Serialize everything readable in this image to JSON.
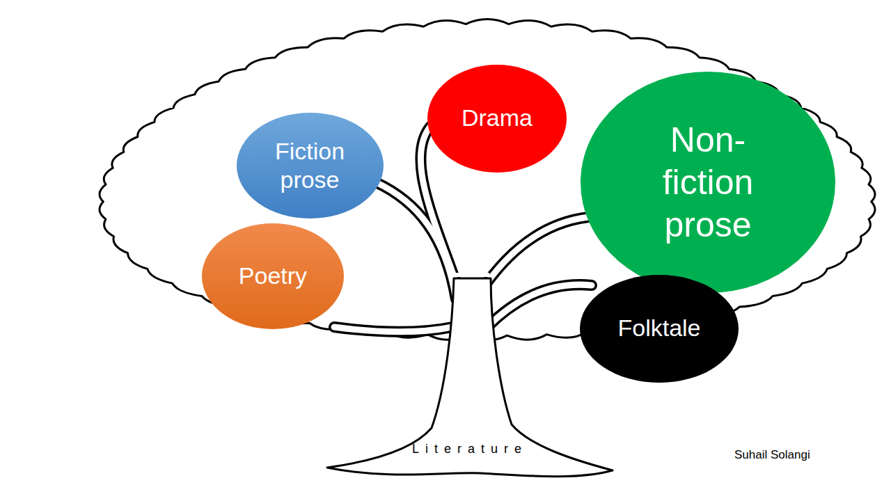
{
  "diagram": {
    "nodes": [
      {
        "text": [
          "Drama"
        ]
      },
      {
        "text": [
          "Fiction prose"
        ]
      },
      {
        "text": [
          "Non- fiction prose"
        ]
      },
      {
        "text": [
          "Poetry"
        ]
      },
      {
        "text": [
          "Folktale"
        ]
      }
    ],
    "labels": [
      "Literature",
      "Suhail Solangi"
    ]
  }
}
